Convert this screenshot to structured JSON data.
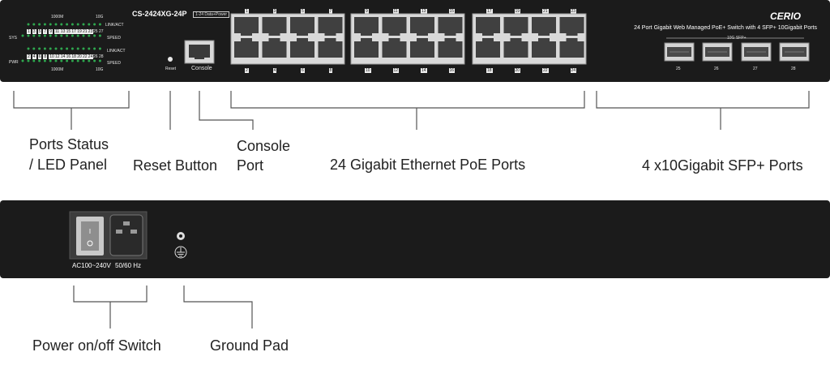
{
  "front_panel": {
    "model": "CS-2424XG-24P",
    "poe_tag": "1-24 Data+Power",
    "description": "24 Port Gigabit Web Managed PoE+ Switch with 4 SFP+ 10Gigabit Ports",
    "brand": "CERIO",
    "led": {
      "speed_1000m": "1000M",
      "speed_10g": "10G",
      "link_act": "LINK/ACT",
      "speed": "SPEED",
      "sys": "SYS",
      "pwr": "PWR",
      "top_numbers": [
        "1",
        "3",
        "5",
        "7",
        "9",
        "11",
        "13",
        "15",
        "17",
        "19",
        "21",
        "23"
      ],
      "top_extra": "25 27",
      "bottom_numbers": [
        "2",
        "4",
        "6",
        "8",
        "10",
        "12",
        "14",
        "16",
        "18",
        "20",
        "22",
        "24"
      ],
      "bottom_extra": "26 28"
    },
    "reset_label": "Reset",
    "console_label": "Console",
    "ports_top": [
      "1",
      "3",
      "5",
      "7",
      "9",
      "11",
      "13",
      "15",
      "17",
      "19",
      "21",
      "23"
    ],
    "ports_bottom": [
      "2",
      "4",
      "6",
      "8",
      "10",
      "12",
      "14",
      "16",
      "18",
      "20",
      "22",
      "24"
    ],
    "sfp_tag": "10G SFP+",
    "sfp_ports": [
      "25",
      "26",
      "27",
      "28"
    ]
  },
  "rear_panel": {
    "power_label": "AC100~240V",
    "hz_label": "50/60 Hz"
  },
  "callouts": {
    "ports_status": [
      "Ports Status",
      " /  LED Panel"
    ],
    "reset_button": "Reset Button",
    "console_port": [
      "Console",
      "Port"
    ],
    "poe_ports": "24 Gigabit Ethernet PoE Ports",
    "sfp_ports": "4 x10Gigabit SFP+ Ports",
    "power_switch": "Power on/off Switch",
    "ground_pad": "Ground  Pad"
  }
}
